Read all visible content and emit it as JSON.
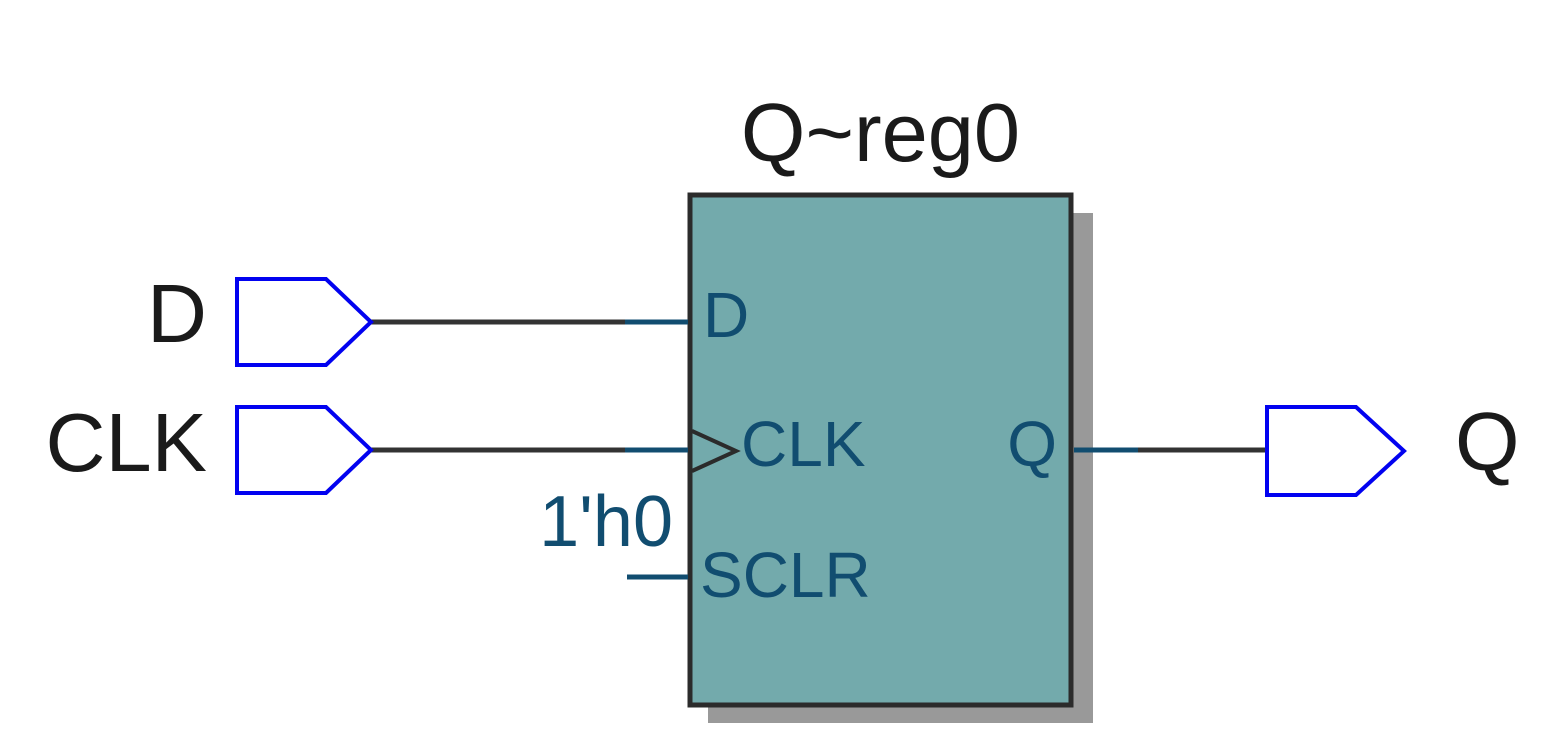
{
  "diagram": {
    "title": "Q~reg0",
    "register": {
      "name": "Q~reg0",
      "ports": {
        "d": "D",
        "clk": "CLK",
        "sclr": "SCLR",
        "q": "Q"
      }
    },
    "input_pins": [
      {
        "label": "D"
      },
      {
        "label": "CLK"
      }
    ],
    "output_pins": [
      {
        "label": "Q"
      }
    ],
    "constants": [
      {
        "value": "1'h0",
        "connected_port": "SCLR"
      }
    ],
    "colors": {
      "background": "#FFFFFF",
      "block_fill": "#73AAAC",
      "block_border": "#2B2B2B",
      "block_shadow": "#999999",
      "pin_outline": "#0202F0",
      "wire": "#333333",
      "net_stub": "#114D70",
      "port_label_text": "#114D70",
      "pin_label_text": "#1A1A1A"
    }
  }
}
